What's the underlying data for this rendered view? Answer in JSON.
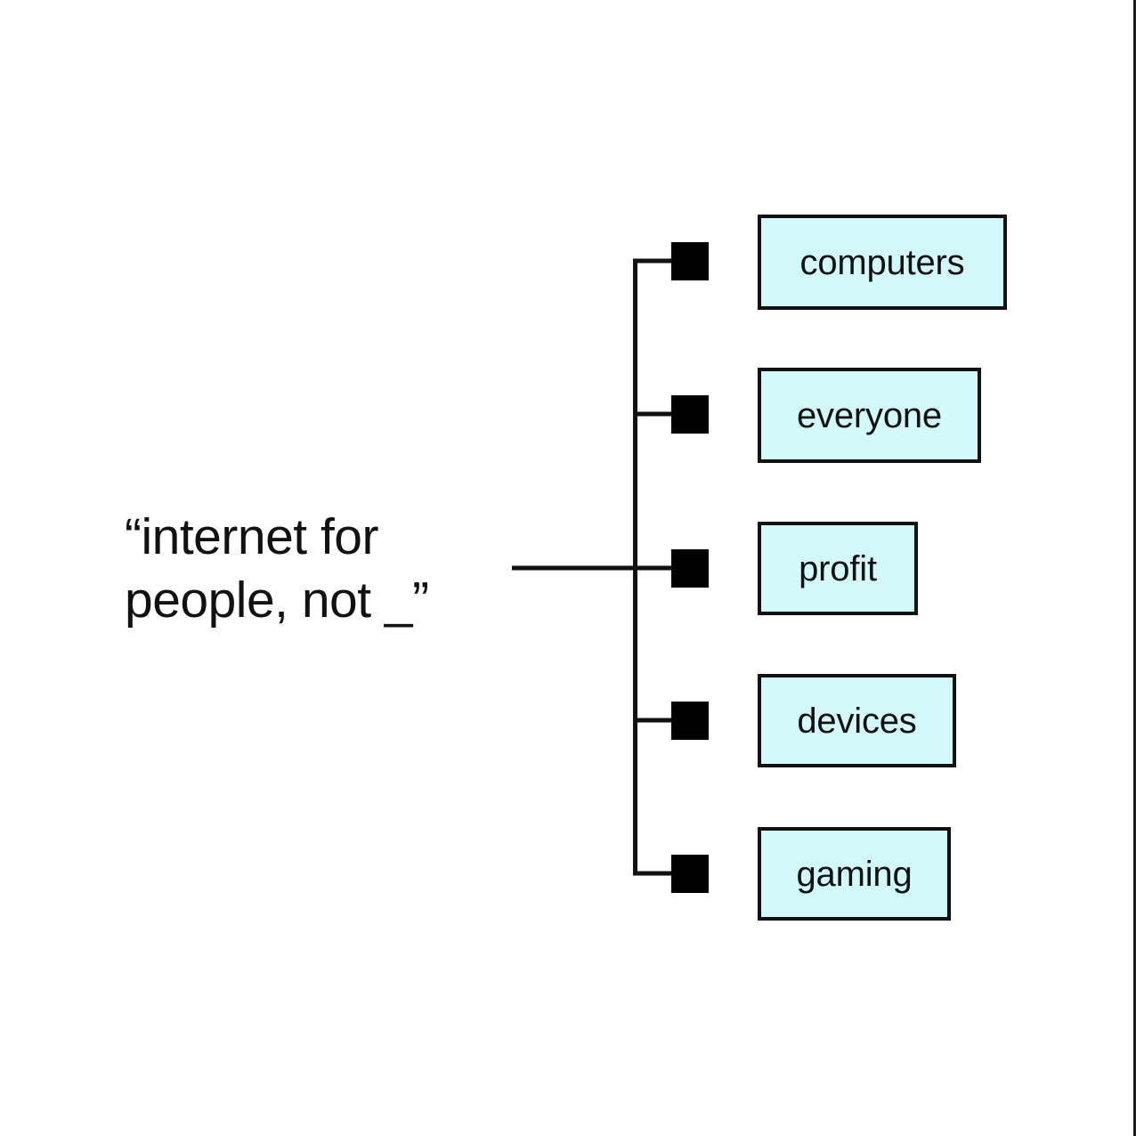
{
  "diagram": {
    "type": "mind-map-branch",
    "prompt": {
      "text": "“internet for\npeople, not _”",
      "plain": "“internet for people, not _”"
    },
    "colors": {
      "box_fill": "#D2FAFA",
      "box_border": "#111111",
      "marker": "#000000",
      "line": "#111111",
      "text": "#111111",
      "background": "#FFFFFF"
    },
    "branches": [
      {
        "label": "computers",
        "marker": "filled-square"
      },
      {
        "label": "everyone",
        "marker": "filled-square"
      },
      {
        "label": "profit",
        "marker": "filled-square"
      },
      {
        "label": "devices",
        "marker": "filled-square"
      },
      {
        "label": "gaming",
        "marker": "filled-square"
      }
    ]
  }
}
